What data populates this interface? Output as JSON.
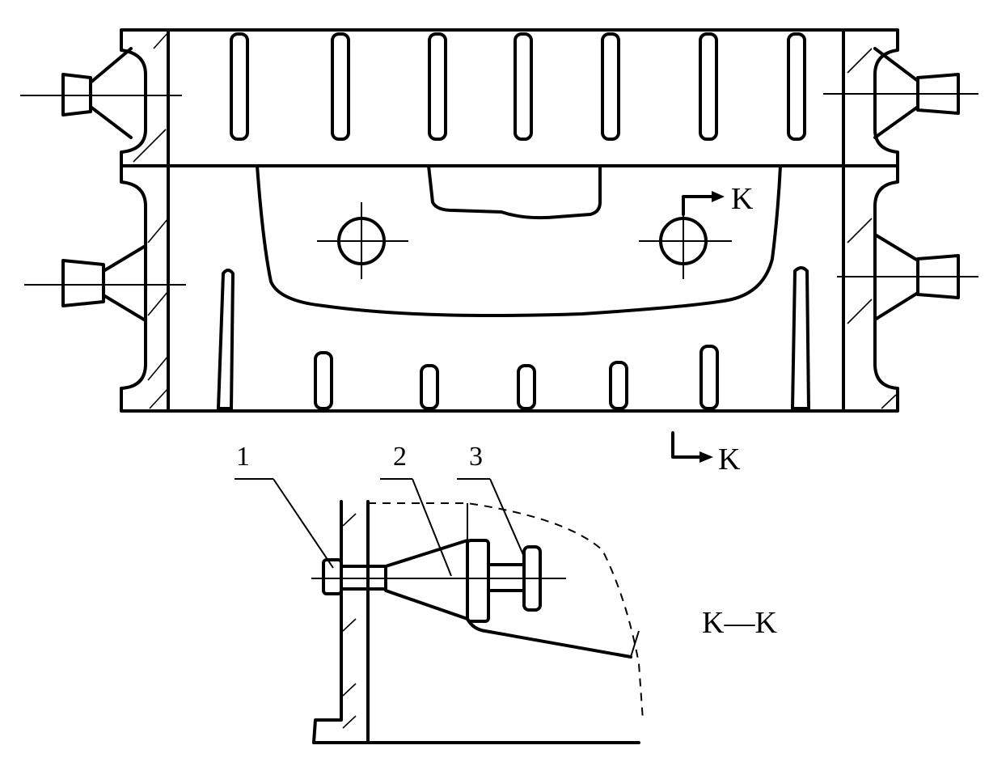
{
  "diagram": {
    "section_marker": "K",
    "section_title": "K—K",
    "callouts": [
      {
        "id": "1",
        "text": "1"
      },
      {
        "id": "2",
        "text": "2"
      },
      {
        "id": "3",
        "text": "3"
      }
    ]
  },
  "colors": {
    "ink": "#000000",
    "paper": "#ffffff"
  }
}
